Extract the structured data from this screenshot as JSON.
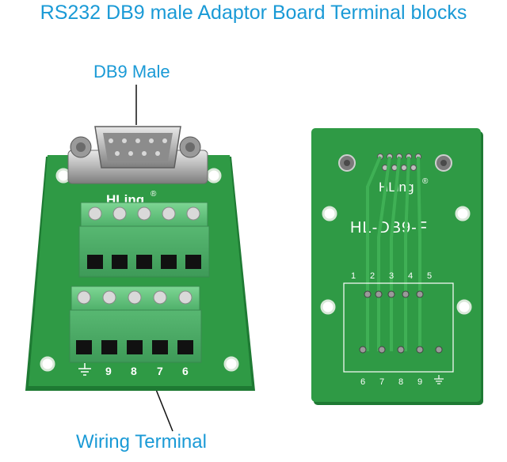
{
  "title": "RS232 DB9 male Adaptor Board Terminal blocks",
  "callouts": {
    "connector": "DB9 Male",
    "terminal": "Wiring Terminal"
  },
  "left_board": {
    "brand": "HLing",
    "registered_mark": "®",
    "pin_labels": [
      "9",
      "8",
      "7",
      "6"
    ]
  },
  "right_board": {
    "brand": "HLing",
    "registered_mark": "®",
    "model": "HL-DB9-F",
    "top_pins": [
      "1",
      "2",
      "3",
      "4",
      "5"
    ],
    "bottom_pins": [
      "6",
      "7",
      "8",
      "9"
    ]
  },
  "colors": {
    "title": "#1a9ad6",
    "pcb": "#2f9a45",
    "pcb_edge": "#1e7a33",
    "terminal_block": "#5fc47a",
    "silkscreen": "#ffffff"
  }
}
